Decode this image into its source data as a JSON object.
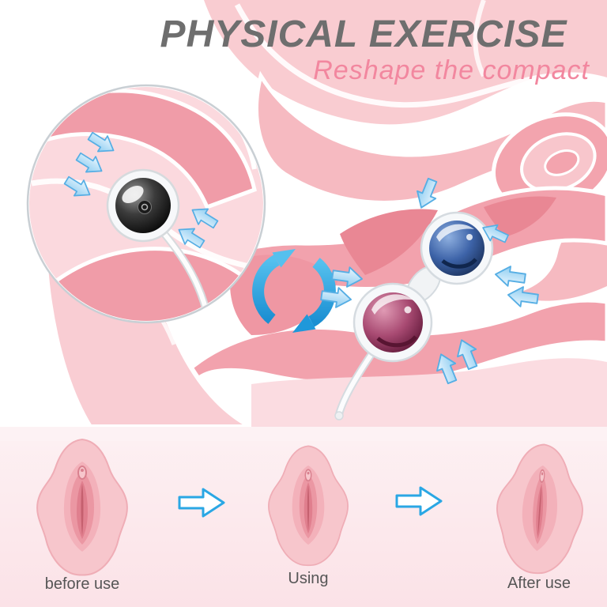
{
  "header": {
    "title": "PHYSICAL EXERCISE",
    "subtitle": "Reshape the compact"
  },
  "steps": [
    {
      "label": "before use"
    },
    {
      "label": "Using"
    },
    {
      "label": "After use"
    }
  ],
  "icons": {
    "rotation": "rotation-arrows-icon",
    "pressure_arrow": "pressure-arrow-icon",
    "step_arrow": "step-arrow-icon"
  },
  "colors": {
    "title": "#6e6e6e",
    "subtitle": "#f2879f",
    "accent_blue": "#2aa7e4",
    "tissue_light": "#f9ccd1",
    "tissue_mid": "#f2a2ad",
    "tissue_deep": "#e98794",
    "band_background": "#fbe7eb",
    "ball_black": "#141414",
    "ball_blue": "#2f4f8f",
    "ball_pink": "#8f2f55"
  }
}
